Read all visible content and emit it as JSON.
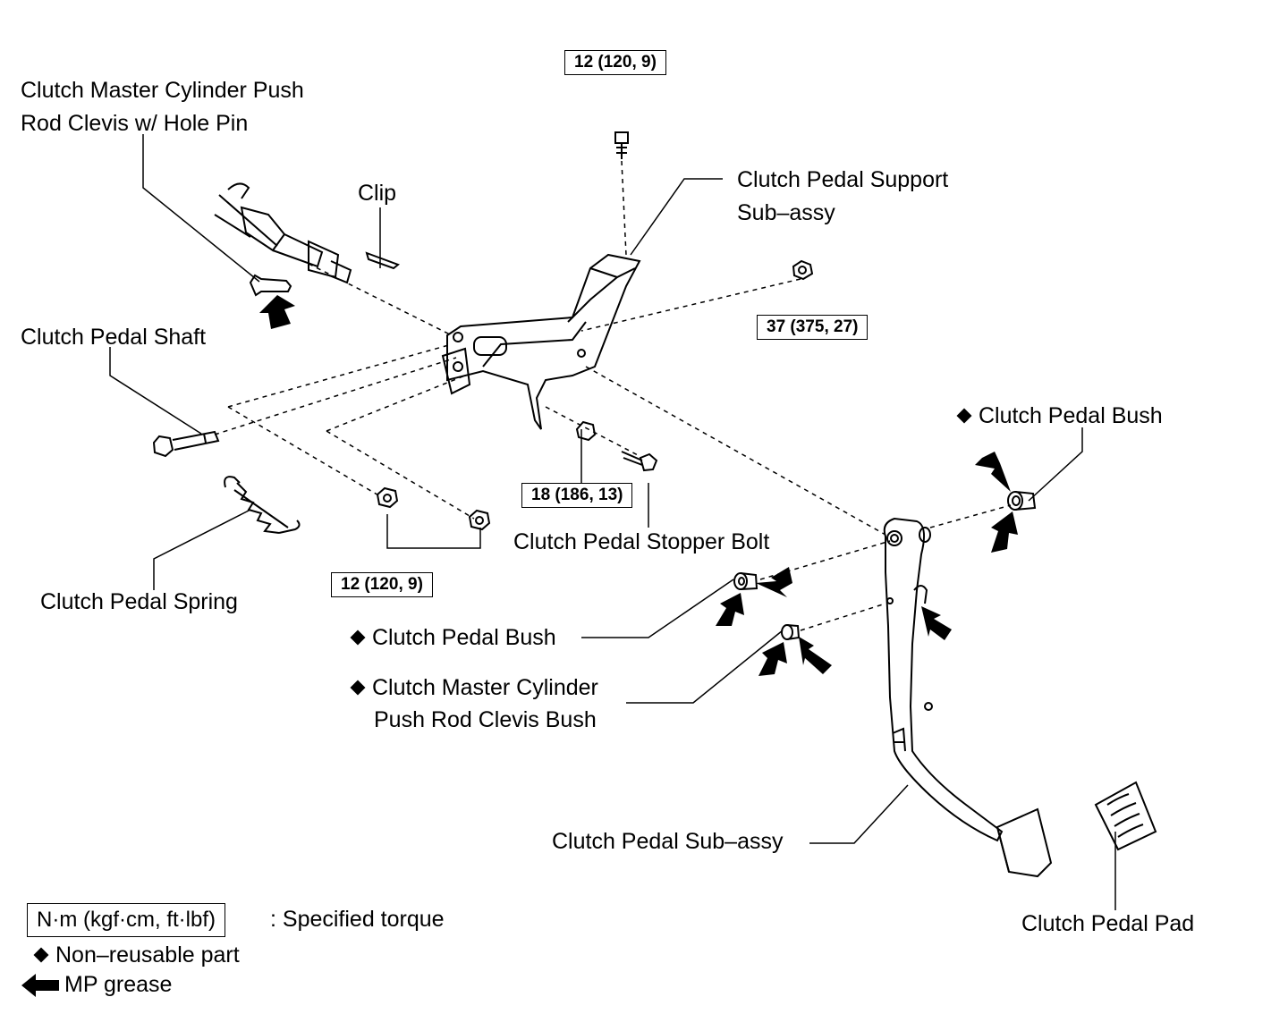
{
  "labels": {
    "push_rod_pin_line1": "Clutch Master Cylinder Push",
    "push_rod_pin_line2": "Rod Clevis w/ Hole Pin",
    "clip": "Clip",
    "support_line1": "Clutch Pedal Support",
    "support_line2": "Sub–assy",
    "shaft": "Clutch Pedal Shaft",
    "bush_right": "Clutch Pedal Bush",
    "stopper_bolt": "Clutch Pedal Stopper Bolt",
    "spring": "Clutch Pedal Spring",
    "bush_left": "Clutch Pedal Bush",
    "clevis_bush_line1": "Clutch Master Cylinder",
    "clevis_bush_line2": "Push Rod Clevis Bush",
    "pedal_subassy": "Clutch Pedal Sub–assy",
    "pedal_pad": "Clutch Pedal Pad"
  },
  "torques": {
    "top": "12 (120, 9)",
    "nut_right": "37 (375, 27)",
    "stopper": "18 (186, 13)",
    "nuts_lower": "12 (120, 9)"
  },
  "legend": {
    "torque_unit": "N·m (kgf·cm, ft·lbf)",
    "torque_desc": ": Specified torque",
    "non_reusable": "Non–reusable part",
    "grease": "MP grease"
  }
}
